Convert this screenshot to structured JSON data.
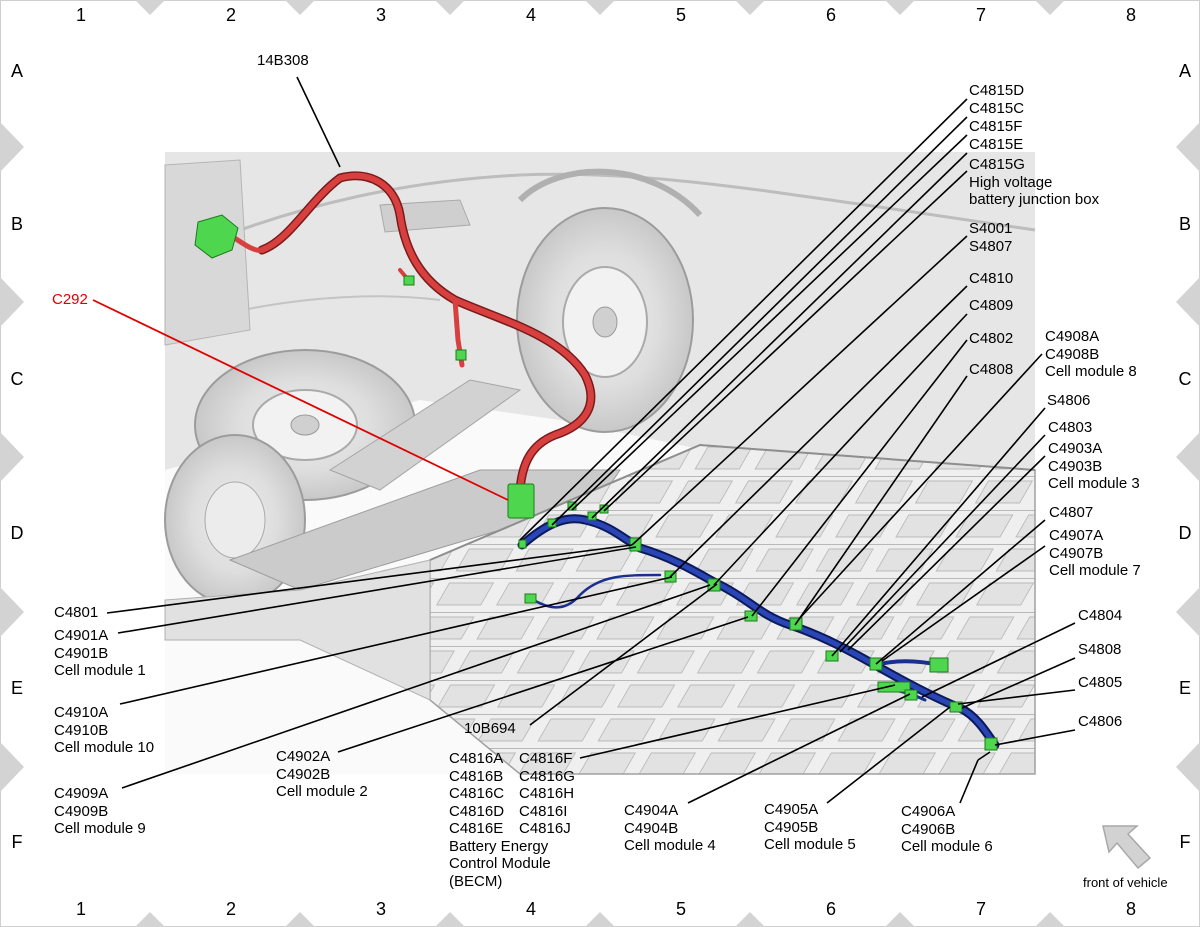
{
  "grid": {
    "columns": [
      "1",
      "2",
      "3",
      "4",
      "5",
      "6",
      "7",
      "8"
    ],
    "rows": [
      "A",
      "B",
      "C",
      "D",
      "E",
      "F"
    ]
  },
  "labels": {
    "l14b308": [
      "14B308"
    ],
    "c292": [
      "C292"
    ],
    "c4815d": [
      "C4815D"
    ],
    "c4815c": [
      "C4815C"
    ],
    "c4815f": [
      "C4815F"
    ],
    "c4815e": [
      "C4815E"
    ],
    "c4815g": [
      "C4815G",
      "High voltage",
      "battery junction box"
    ],
    "s4001": [
      "S4001",
      "S4807"
    ],
    "c4810": [
      "C4810"
    ],
    "c4809": [
      "C4809"
    ],
    "c4802": [
      "C4802"
    ],
    "c4808": [
      "C4808"
    ],
    "c4908": [
      "C4908A",
      "C4908B",
      "Cell module 8"
    ],
    "s4806": [
      "S4806"
    ],
    "c4803": [
      "C4803"
    ],
    "c4903": [
      "C4903A",
      "C4903B",
      "Cell module 3"
    ],
    "c4807": [
      "C4807"
    ],
    "c4907": [
      "C4907A",
      "C4907B",
      "Cell module 7"
    ],
    "c4804": [
      "C4804"
    ],
    "s4808": [
      "S4808"
    ],
    "c4805": [
      "C4805"
    ],
    "c4806": [
      "C4806"
    ],
    "c4801": [
      "C4801"
    ],
    "c4901": [
      "C4901A",
      "C4901B",
      "Cell module 1"
    ],
    "c4910": [
      "C4910A",
      "C4910B",
      "Cell module 10"
    ],
    "c4909": [
      "C4909A",
      "C4909B",
      "Cell module 9"
    ],
    "c4902": [
      "C4902A",
      "C4902B",
      "Cell module 2"
    ],
    "l10b694": [
      "10B694"
    ],
    "c4816a": [
      "C4816A",
      "C4816B",
      "C4816C",
      "C4816D",
      "C4816E",
      "Battery Energy",
      "Control Module",
      "(BECM)"
    ],
    "c4816f": [
      "C4816F",
      "C4816G",
      "C4816H",
      "C4816I",
      "C4816J"
    ],
    "c4904": [
      "C4904A",
      "C4904B",
      "Cell module 4"
    ],
    "c4905": [
      "C4905A",
      "C4905B",
      "Cell module 5"
    ],
    "c4906": [
      "C4906A",
      "C4906B",
      "Cell module 6"
    ]
  },
  "orientation": {
    "text": "front of vehicle"
  },
  "colors": {
    "harness_high_voltage": "#d84040",
    "harness_low_voltage": "#1a2f8f",
    "connector": "#4fd64f",
    "leader": "#000000",
    "leader_highlight": "#e00000",
    "vehicle_ghost": "#d4d4d4"
  }
}
